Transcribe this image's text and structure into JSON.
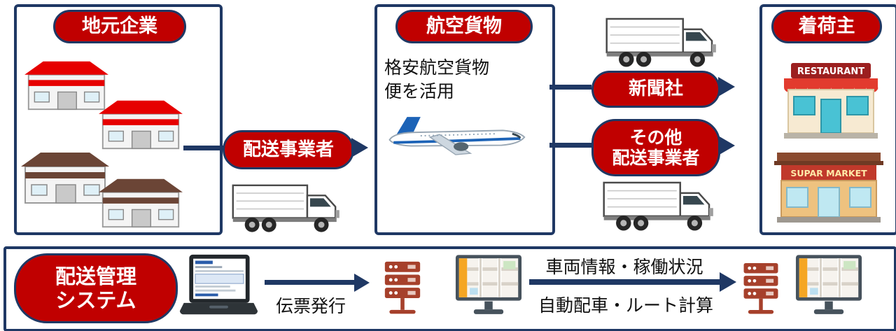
{
  "colors": {
    "outline_navy": "#1f3864",
    "node_red": "#c00000"
  },
  "top_row": {
    "local_companies_box": {
      "label": "地元企業"
    },
    "carrier_pill": {
      "label": "配送事業者"
    },
    "air_cargo_box": {
      "label": "航空貨物",
      "note_line1": "格安航空貨物",
      "note_line2": "便を活用"
    },
    "newspaper_pill": {
      "label": "新聞社"
    },
    "other_carrier_pill": {
      "line1": "その他",
      "line2": "配送事業者"
    },
    "consignee_box": {
      "label": "着荷主",
      "restaurant_sign": "RESTAURANT",
      "market_sign": "SUPAR MARKET"
    }
  },
  "bottom_row": {
    "system_pill": {
      "line1": "配送管理",
      "line2": "システム"
    },
    "slip_arrow_label": "伝票発行",
    "upper_arrow_label": "車両情報・稼働状況",
    "lower_arrow_label": "自動配車・ルート計算"
  }
}
